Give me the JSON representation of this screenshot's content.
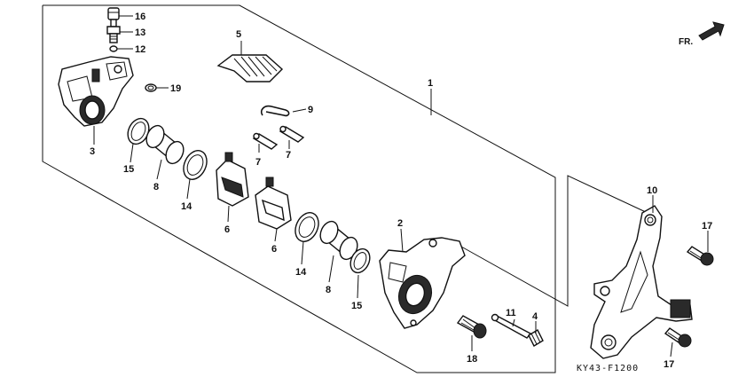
{
  "labels": {
    "p1": "1",
    "p2": "2",
    "p3": "3",
    "p4": "4",
    "p5": "5",
    "p6a": "6",
    "p6b": "6",
    "p7a": "7",
    "p7b": "7",
    "p8a": "8",
    "p8b": "8",
    "p9": "9",
    "p10": "10",
    "p11": "11",
    "p12": "12",
    "p13": "13",
    "p14a": "14",
    "p14b": "14",
    "p15a": "15",
    "p15b": "15",
    "p16": "16",
    "p17a": "17",
    "p17b": "17",
    "p18": "18",
    "p19": "19"
  },
  "direction_label": "FR.",
  "diagram_code": "KY43-F1200"
}
